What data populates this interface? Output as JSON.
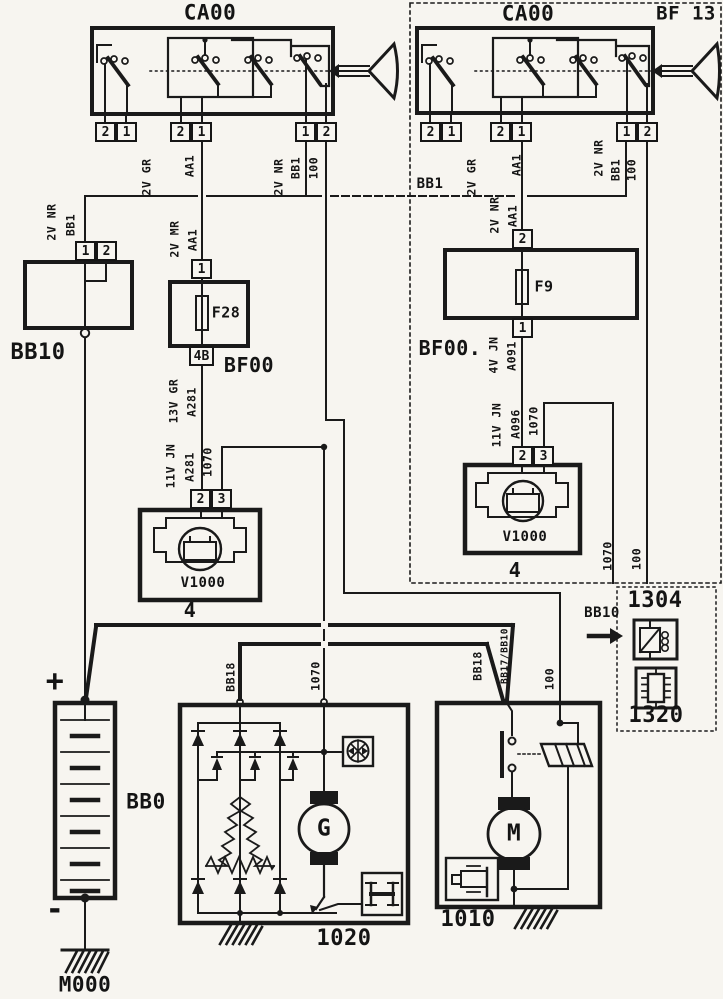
{
  "colors": {
    "ink": "#1a1a1a",
    "paper": "#f7f5f0"
  },
  "top": {
    "ca00_left": "CA00",
    "ca00_right": "CA00",
    "bf13": "BF 13",
    "bb1_entry": "BB1"
  },
  "pins": {
    "p1": "1",
    "p2": "2",
    "p3": "3",
    "p4b": "4B"
  },
  "wires": {
    "gr_l": "2V GR",
    "aa1_l": "AA1",
    "nr_l": "2V NR",
    "bb1_l": "BB1",
    "v100_l": "100",
    "gr_r": "2V GR",
    "aa1_r": "AA1",
    "nr_r": "2V NR",
    "bb1_r": "BB1",
    "v100_r": "100",
    "bb10_nr": "2V NR",
    "bb10_bb1": "BB1",
    "f28_mr": "2V MR",
    "f28_aa1": "AA1",
    "f28_gr": "13V GR",
    "f28_a281": "A281",
    "v1l_jn": "11V JN",
    "v1l_a281": "A281",
    "v1l_1070": "1070",
    "f9_nr": "2V NR",
    "f9_aa1": "AA1",
    "f9_jn": "4V JN",
    "f9_a091": "A091",
    "v1r_jn": "11V JN",
    "v1r_a096": "A096",
    "v1r_1070": "1070",
    "mid_1070": "1070",
    "mid_bb18": "BB18",
    "r_1070": "1070",
    "r_100": "100",
    "bb18_r": "BB18",
    "bb17": "BB17/BB10",
    "starter_100": "100"
  },
  "components": {
    "bb10": "BB10",
    "bf00_l": "BF00",
    "f28": "F28",
    "v1000_l": "V1000",
    "four_l": "4",
    "bf00_r": "BF00.",
    "f9": "F9",
    "v1000_r": "V1000",
    "four_r": "4",
    "battery": "BB0",
    "plus": "+",
    "minus": "-",
    "ground": "M000",
    "alt": "1020",
    "alt_g": "G",
    "starter": "1010",
    "starter_m": "M",
    "legend_bb10": "BB10",
    "legend_relay": "1304",
    "legend_ic": "1320"
  }
}
